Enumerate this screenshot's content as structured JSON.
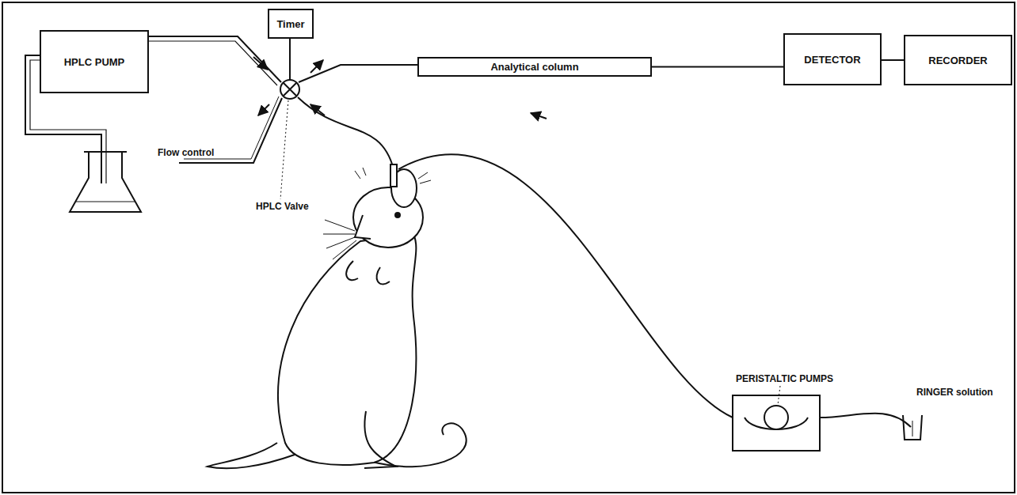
{
  "diagram": {
    "nodes": [
      {
        "text": [
          "HPLC PUMP"
        ]
      },
      {
        "text": [
          "Timer"
        ]
      },
      {
        "text": [
          "Analytical column"
        ]
      },
      {
        "text": [
          "DETECTOR"
        ]
      },
      {
        "text": [
          "RECORDER"
        ]
      }
    ],
    "edges": [
      {
        "from": 2,
        "to": 3,
        "arrow": "none"
      },
      {
        "from": 3,
        "to": 4,
        "arrow": "none"
      }
    ],
    "labels": [
      "Flow control",
      "HPLC Valve",
      "PERISTALTIC PUMPS",
      "RINGER solution"
    ]
  }
}
